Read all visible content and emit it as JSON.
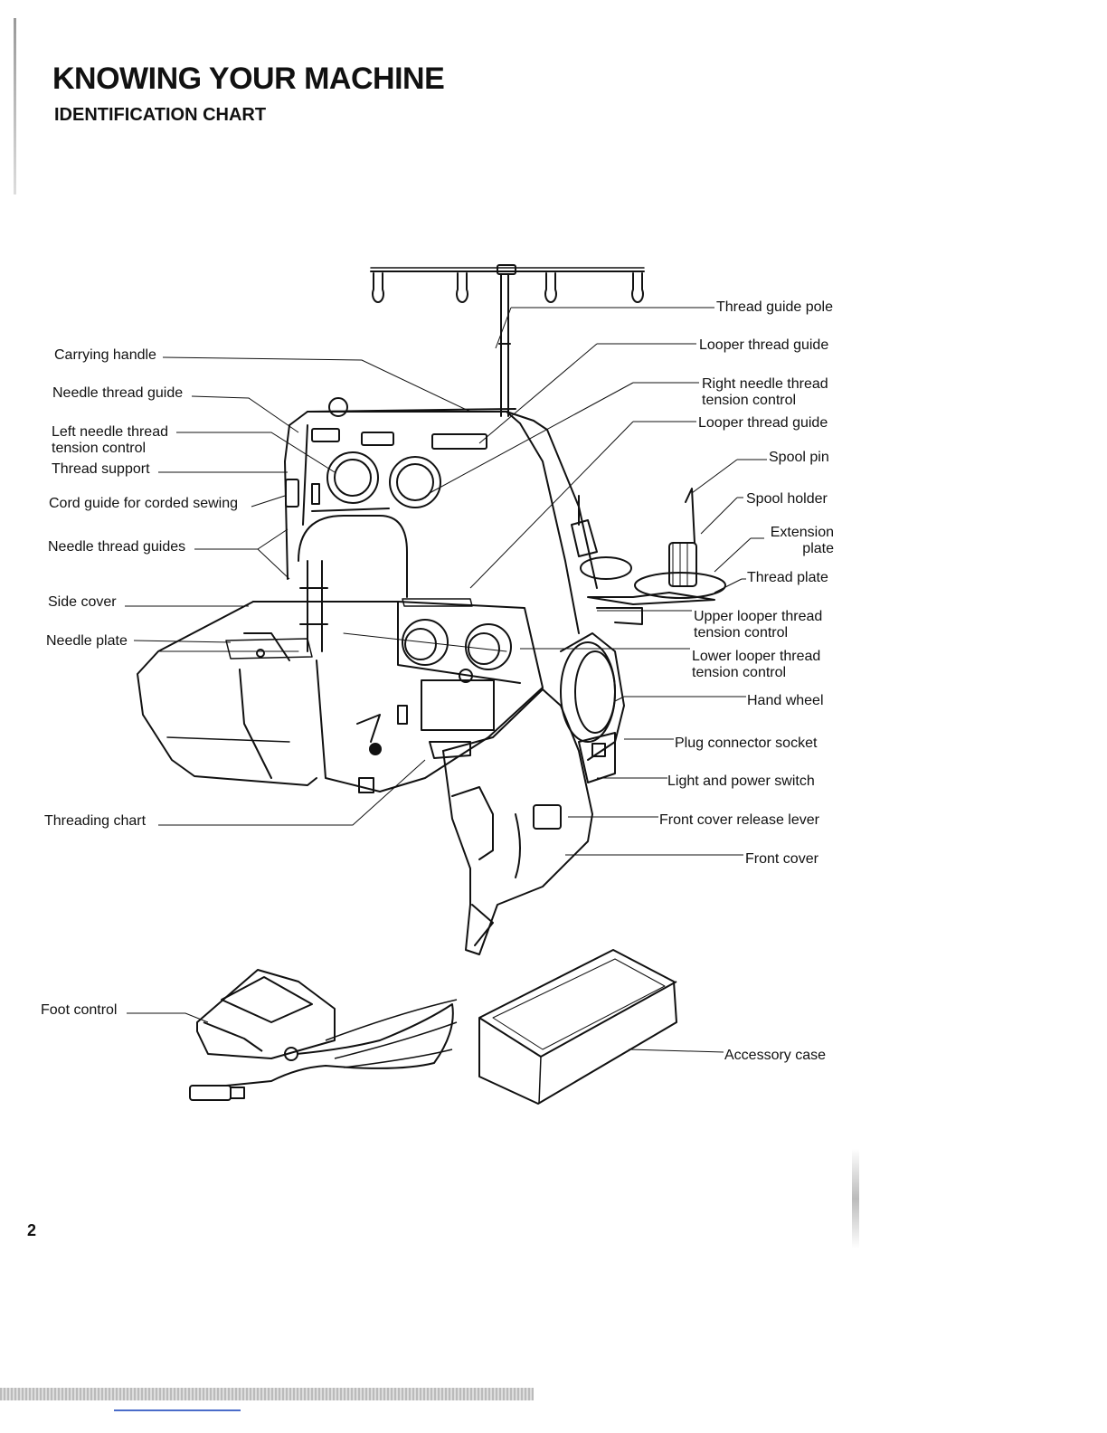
{
  "header": {
    "title": "KNOWING YOUR MACHINE",
    "subtitle": "IDENTIFICATION CHART"
  },
  "labels": {
    "thread_guide_pole": "Thread guide pole",
    "looper_thread_guide_top": "Looper thread guide",
    "right_needle_tension_1": "Right needle thread",
    "right_needle_tension_2": "tension control",
    "looper_thread_guide_mid": "Looper thread guide",
    "spool_pin": "Spool pin",
    "spool_holder": "Spool holder",
    "extension_plate_1": "Extension",
    "extension_plate_2": "plate",
    "thread_plate": "Thread plate",
    "upper_looper_1": "Upper looper thread",
    "upper_looper_2": "tension control",
    "lower_looper_1": "Lower looper thread",
    "lower_looper_2": "tension control",
    "hand_wheel": "Hand wheel",
    "plug_connector_socket": "Plug connector socket",
    "light_power_switch": "Light and power switch",
    "front_cover_release_lever": "Front cover release lever",
    "front_cover": "Front cover",
    "carrying_handle": "Carrying handle",
    "needle_thread_guide": "Needle thread guide",
    "left_needle_tension_1": "Left needle thread",
    "left_needle_tension_2": "tension control",
    "thread_support": "Thread support",
    "cord_guide": "Cord guide for corded sewing",
    "needle_thread_guides": "Needle thread guides",
    "side_cover": "Side cover",
    "needle_plate": "Needle plate",
    "threading_chart": "Threading chart",
    "foot_control": "Foot control",
    "accessory_case": "Accessory case"
  },
  "footer": {
    "page_number": "2"
  }
}
